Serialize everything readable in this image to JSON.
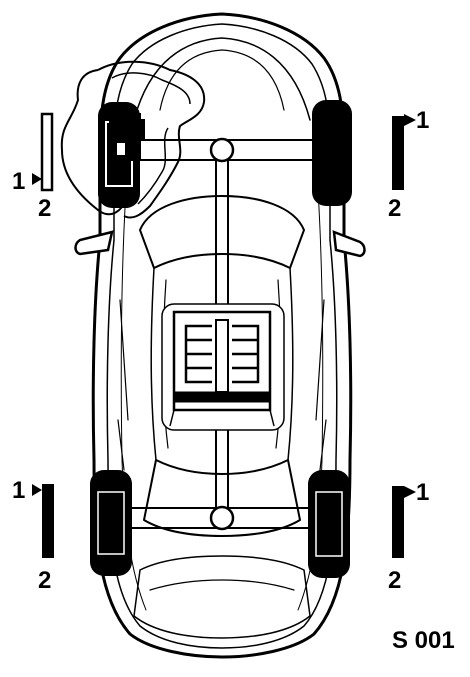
{
  "figure": {
    "reference": "S 001"
  },
  "wheel_positions": [
    {
      "id": "front-left",
      "label_1": "1",
      "label_2": "2"
    },
    {
      "id": "front-right",
      "label_1": "1",
      "label_2": "2"
    },
    {
      "id": "rear-left",
      "label_1": "1",
      "label_2": "2"
    },
    {
      "id": "rear-right",
      "label_1": "1",
      "label_2": "2"
    }
  ],
  "colors": {
    "ink": "#000000",
    "paper": "#ffffff"
  }
}
